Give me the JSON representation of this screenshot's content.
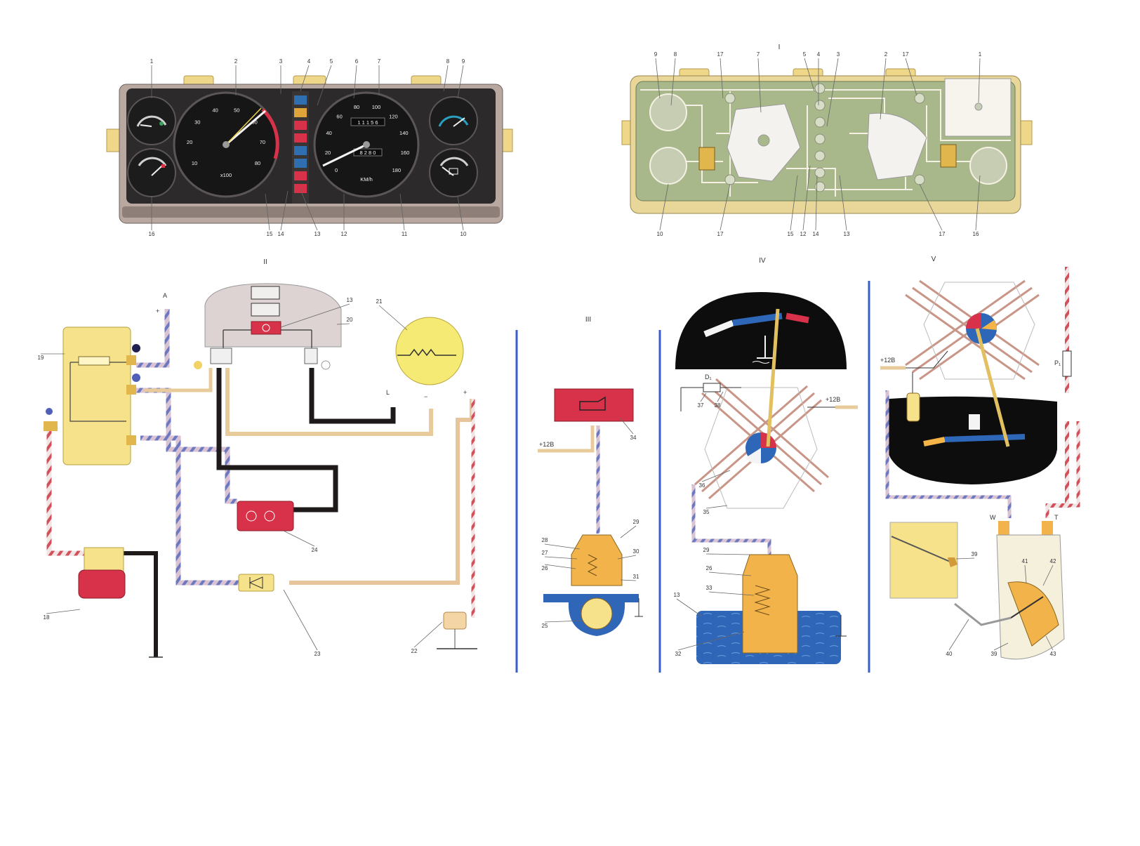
{
  "sections": [
    "I",
    "II",
    "III",
    "IV",
    "V"
  ],
  "front_panel": {
    "top_callouts": [
      "1",
      "2",
      "3",
      "4",
      "5",
      "6",
      "7",
      "8",
      "9"
    ],
    "bottom_callouts": [
      "16",
      "15",
      "14",
      "13",
      "12",
      "11",
      "10"
    ],
    "tach_ticks": [
      "10",
      "20",
      "30",
      "40",
      "50",
      "60",
      "70",
      "80"
    ],
    "tach_unit": "x100",
    "speedo_ticks": [
      "0",
      "20",
      "40",
      "60",
      "80",
      "100",
      "120",
      "140",
      "160",
      "180"
    ],
    "speedo_unit": "KM/h",
    "odometer": "1 1 1 5 6",
    "trip": "8 2 8 0"
  },
  "rear_panel": {
    "top_callouts": [
      "9",
      "8",
      "17",
      "7",
      "5",
      "4",
      "3",
      "2",
      "17",
      "1"
    ],
    "bottom_callouts": [
      "10",
      "17",
      "15",
      "12",
      "14",
      "13",
      "17",
      "16"
    ]
  },
  "section2": {
    "callouts": [
      "19",
      "13",
      "20",
      "21",
      "24",
      "23",
      "22",
      "18"
    ],
    "terminal_A": "A",
    "terminal_L": "L",
    "plus": "+",
    "minus": "−"
  },
  "section3": {
    "callouts": [
      "34",
      "29",
      "28",
      "27",
      "26",
      "30",
      "31",
      "25"
    ],
    "supply": "+12В"
  },
  "section4": {
    "callouts": [
      "37",
      "38",
      "36",
      "35",
      "29",
      "26",
      "33",
      "13",
      "32"
    ],
    "resistor_label": "D₁",
    "supply": "+12В"
  },
  "section5": {
    "callouts": [
      "39",
      "40",
      "41",
      "42",
      "43",
      "39"
    ],
    "supply": "+12В",
    "resistor_label": "P₁",
    "terminal_W": "W",
    "terminal_T": "T"
  },
  "colors": {
    "panel_dark": "#2c2a2a",
    "pcb_green": "#a9b88a",
    "module_yellow": "#f6e28a",
    "warning_red": "#d8324a",
    "coolant_blue": "#2e66b8",
    "divider_blue": "#3a5ec8"
  }
}
